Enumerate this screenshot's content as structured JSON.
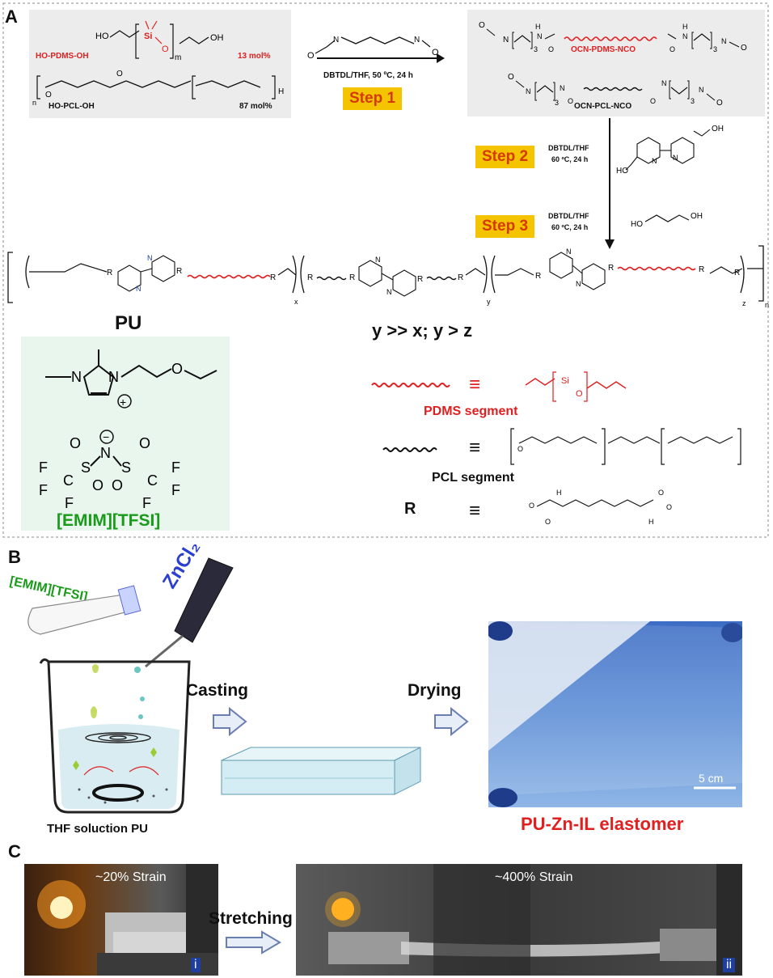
{
  "panels": {
    "a": "A",
    "b": "B",
    "c": "C"
  },
  "panel_a": {
    "ho_pdms_oh": "HO-PDMS-OH",
    "pdms_ratio": "13 mol%",
    "ho_pcl_oh": "HO-PCL-OH",
    "pcl_ratio": "87 mol%",
    "reaction1_conditions": "DBTDL/THF, 50 ºC, 24 h",
    "step1": "Step 1",
    "ocn_pdms_nco": "OCN-PDMS-NCO",
    "ocn_pcl_nco": "OCN-PCL-NCO",
    "step2": "Step 2",
    "step2_conditions_1": "DBTDL/THF",
    "step2_conditions_2": "60 ºC, 24 h",
    "step3": "Step 3",
    "step3_conditions_1": "DBTDL/THF",
    "step3_conditions_2": "60 ºC, 24 h",
    "pu_label": "PU",
    "ratio_label": "y >> x; y > z",
    "ionic_liquid": "[EMIM][TFSI]",
    "pdms_segment": "PDMS segment",
    "pcl_segment": "PCL segment",
    "r_label": "R",
    "equiv": "≡",
    "sub_x": "x",
    "sub_y": "y",
    "sub_z": "z",
    "sub_n": "n",
    "sub_m": "m"
  },
  "panel_b": {
    "il_label": "[EMIM][TFSI]",
    "zncl2_label": "ZnCl₂",
    "casting": "Casting",
    "drying": "Drying",
    "thf_solution": "THF soluction PU",
    "elastomer": "PU-Zn-IL elastomer",
    "scale_bar": "5 cm"
  },
  "panel_c": {
    "strain1": "~20% Strain",
    "strain2": "~400% Strain",
    "stretching": "Stretching",
    "tag1": "i",
    "tag2": "ii"
  },
  "colors": {
    "pdms": "#e02020",
    "step_bg": "#f5c400",
    "step_text": "#d43a00",
    "il_green": "#1a9a1a",
    "sky": "#3c72c4"
  }
}
